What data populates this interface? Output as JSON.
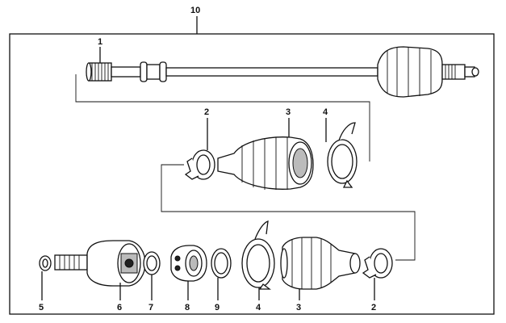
{
  "callouts": {
    "assembly": "10",
    "top_shaft": "1",
    "mid_clip": "2",
    "mid_boot": "3",
    "mid_band": "4",
    "bot_circlip": "5",
    "bot_outer_race": "6",
    "bot_snap_ring": "7",
    "bot_cage": "8",
    "bot_ring": "9",
    "bot_band": "4",
    "bot_boot": "3",
    "bot_clip": "2"
  }
}
